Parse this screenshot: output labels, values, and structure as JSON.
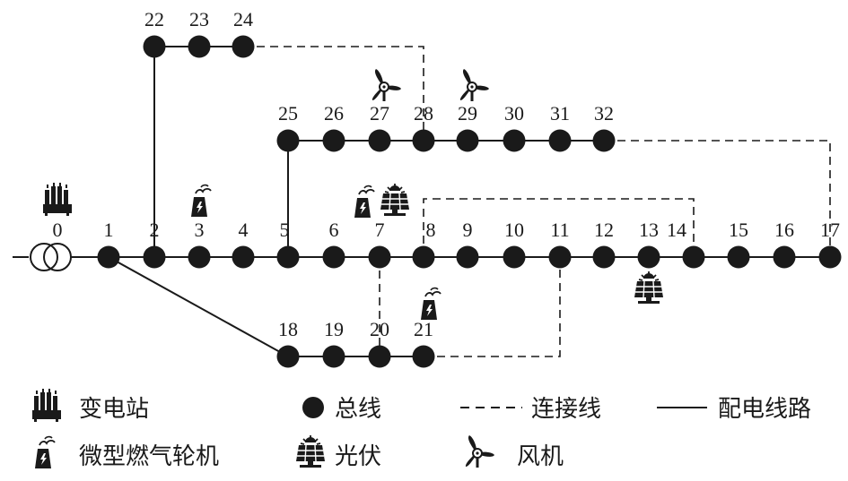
{
  "colors": {
    "ink": "#1a1a1a",
    "background": "#ffffff"
  },
  "nodes": [
    {
      "id": "0",
      "label": "0"
    },
    {
      "id": "1",
      "label": "1"
    },
    {
      "id": "2",
      "label": "2"
    },
    {
      "id": "3",
      "label": "3"
    },
    {
      "id": "4",
      "label": "4"
    },
    {
      "id": "5",
      "label": "5"
    },
    {
      "id": "6",
      "label": "6"
    },
    {
      "id": "7",
      "label": "7"
    },
    {
      "id": "8",
      "label": "8"
    },
    {
      "id": "9",
      "label": "9"
    },
    {
      "id": "10",
      "label": "10"
    },
    {
      "id": "11",
      "label": "11"
    },
    {
      "id": "12",
      "label": "12"
    },
    {
      "id": "13",
      "label": "13"
    },
    {
      "id": "14",
      "label": "14"
    },
    {
      "id": "15",
      "label": "15"
    },
    {
      "id": "16",
      "label": "16"
    },
    {
      "id": "17",
      "label": "17"
    },
    {
      "id": "18",
      "label": "18"
    },
    {
      "id": "19",
      "label": "19"
    },
    {
      "id": "20",
      "label": "20"
    },
    {
      "id": "21",
      "label": "21"
    },
    {
      "id": "22",
      "label": "22"
    },
    {
      "id": "23",
      "label": "23"
    },
    {
      "id": "24",
      "label": "24"
    },
    {
      "id": "25",
      "label": "25"
    },
    {
      "id": "26",
      "label": "26"
    },
    {
      "id": "27",
      "label": "27"
    },
    {
      "id": "28",
      "label": "28"
    },
    {
      "id": "29",
      "label": "29"
    },
    {
      "id": "30",
      "label": "30"
    },
    {
      "id": "31",
      "label": "31"
    },
    {
      "id": "32",
      "label": "32"
    }
  ],
  "lines": [
    [
      "1",
      "2"
    ],
    [
      "2",
      "3"
    ],
    [
      "3",
      "4"
    ],
    [
      "4",
      "5"
    ],
    [
      "5",
      "6"
    ],
    [
      "6",
      "7"
    ],
    [
      "7",
      "8"
    ],
    [
      "8",
      "9"
    ],
    [
      "9",
      "10"
    ],
    [
      "10",
      "11"
    ],
    [
      "11",
      "12"
    ],
    [
      "12",
      "13"
    ],
    [
      "13",
      "14"
    ],
    [
      "14",
      "15"
    ],
    [
      "15",
      "16"
    ],
    [
      "16",
      "17"
    ],
    [
      "1",
      "18"
    ],
    [
      "18",
      "19"
    ],
    [
      "19",
      "20"
    ],
    [
      "20",
      "21"
    ],
    [
      "2",
      "22"
    ],
    [
      "22",
      "23"
    ],
    [
      "23",
      "24"
    ],
    [
      "5",
      "25"
    ],
    [
      "25",
      "26"
    ],
    [
      "26",
      "27"
    ],
    [
      "27",
      "28"
    ],
    [
      "28",
      "29"
    ],
    [
      "29",
      "30"
    ],
    [
      "30",
      "31"
    ],
    [
      "31",
      "32"
    ]
  ],
  "tie_lines": [
    [
      "24",
      "28"
    ],
    [
      "32",
      "17"
    ],
    [
      "8",
      "14"
    ],
    [
      "7",
      "20"
    ],
    [
      "21",
      "11"
    ]
  ],
  "devices": {
    "substation": [
      "0"
    ],
    "micro_turbine": [
      "3",
      "7",
      "21"
    ],
    "photovoltaic": [
      "7",
      "13"
    ],
    "wind_turbine": [
      "27",
      "29"
    ]
  },
  "legend": {
    "substation": "变电站",
    "bus": "总线",
    "tie_line": "连接线",
    "distribution_line": "配电线路",
    "micro_turbine": "微型燃气轮机",
    "photovoltaic": "光伏",
    "wind_turbine": "风机"
  }
}
